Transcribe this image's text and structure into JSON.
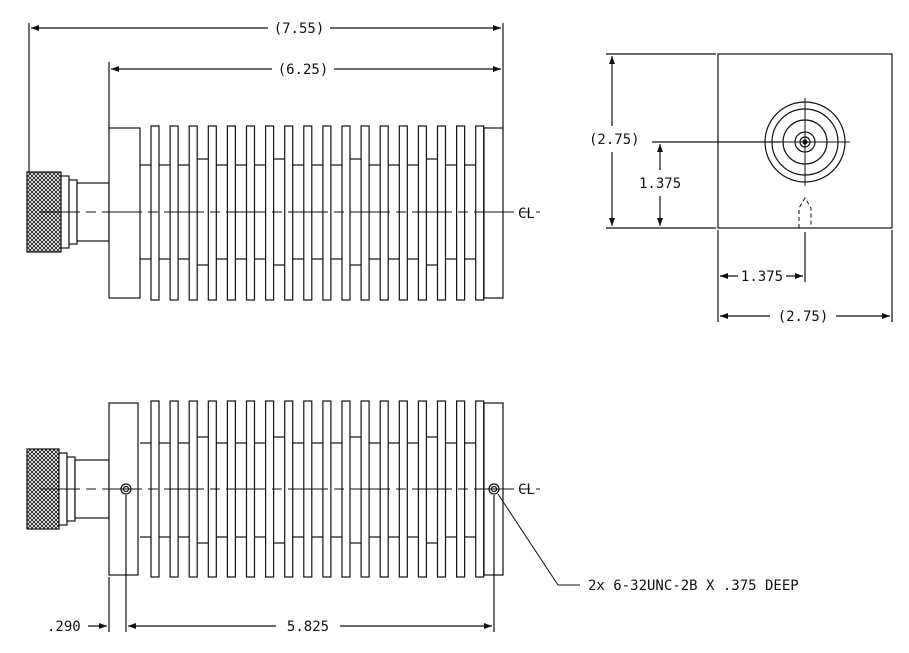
{
  "drawing": {
    "top_view": {
      "overall_length": "(7.55)",
      "body_length": "(6.25)",
      "centerline_mark": "CL"
    },
    "end_view": {
      "height": "(2.75)",
      "center_height": "1.375",
      "center_width": "1.375",
      "width": "(2.75)"
    },
    "bottom_view": {
      "centerline_mark": "CL",
      "hole_offset": ".290",
      "hole_spacing": "5.825",
      "hole_callout": "2x 6-32UNC-2B X .375 DEEP"
    }
  }
}
